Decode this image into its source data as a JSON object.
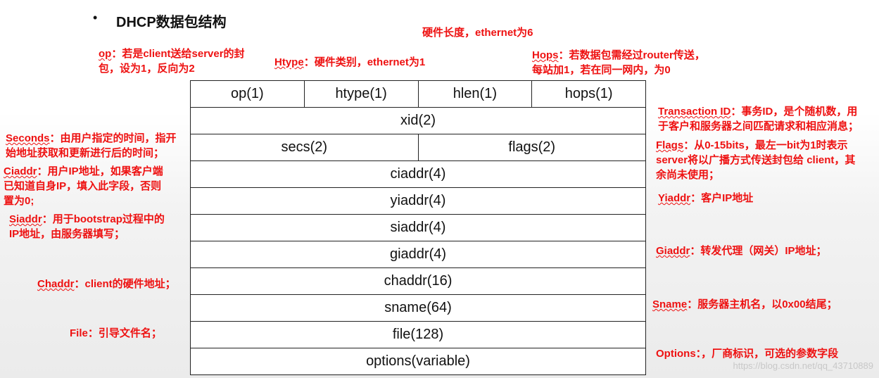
{
  "title": "DHCP数据包结构",
  "bullet": "•",
  "rows": [
    [
      "op(1)",
      "htype(1)",
      "hlen(1)",
      "hops(1)"
    ],
    [
      "xid(2)"
    ],
    [
      "secs(2)",
      "flags(2)"
    ],
    [
      "ciaddr(4)"
    ],
    [
      "yiaddr(4)"
    ],
    [
      "siaddr(4)"
    ],
    [
      "giaddr(4)"
    ],
    [
      "chaddr(16)"
    ],
    [
      "sname(64)"
    ],
    [
      "file(128)"
    ],
    [
      "options(variable)"
    ]
  ],
  "annotations": {
    "hlen": {
      "text": "硬件长度，ethernet为6"
    },
    "op": {
      "key": "op",
      "line1": "：若是client送给server的封",
      "line2": "包，设为1，反向为2"
    },
    "htype": {
      "key": "Htype",
      "text": "：硬件类别，ethernet为1"
    },
    "hops": {
      "key": "Hops",
      "line1": "：若数据包需经过router传送，",
      "line2": "每站加1，若在同一网内，为0"
    },
    "xid": {
      "key": "Transaction ID",
      "line1": "：事务ID，是个随机数，用",
      "line2": "于客户和服务器之间匹配请求和相应消息；"
    },
    "secs": {
      "key": "Seconds",
      "line1": "：由用户指定的时间，指开",
      "line2": "始地址获取和更新进行后的时间；"
    },
    "flags": {
      "key": "Flags",
      "line1": "：从0-15bits，最左一bit为1时表示",
      "line2": "server将以广播方式传送封包给 client，其",
      "line3": "余尚未使用；"
    },
    "ciaddr": {
      "key": "Ciaddr",
      "line1": "：用户IP地址，如果客户端",
      "line2": "已知道自身IP，填入此字段，否则",
      "line3": "置为0;"
    },
    "yiaddr": {
      "key": "Yiaddr",
      "text": "：客户IP地址"
    },
    "siaddr": {
      "key": "Siaddr",
      "line1": "：用于bootstrap过程中的",
      "line2": "IP地址，由服务器填写；"
    },
    "giaddr": {
      "key": "Giaddr",
      "text": "：转发代理（网关）IP地址；"
    },
    "chaddr": {
      "key": "Chaddr",
      "text": "：client的硬件地址；"
    },
    "sname": {
      "key": "Sname",
      "text": "：服务器主机名，以0x00结尾；"
    },
    "file": {
      "text": "File：引导文件名；"
    },
    "options": {
      "text": "Options：，厂商标识，可选的参数字段"
    }
  },
  "watermark": "https://blog.csdn.net/qq_43710889"
}
